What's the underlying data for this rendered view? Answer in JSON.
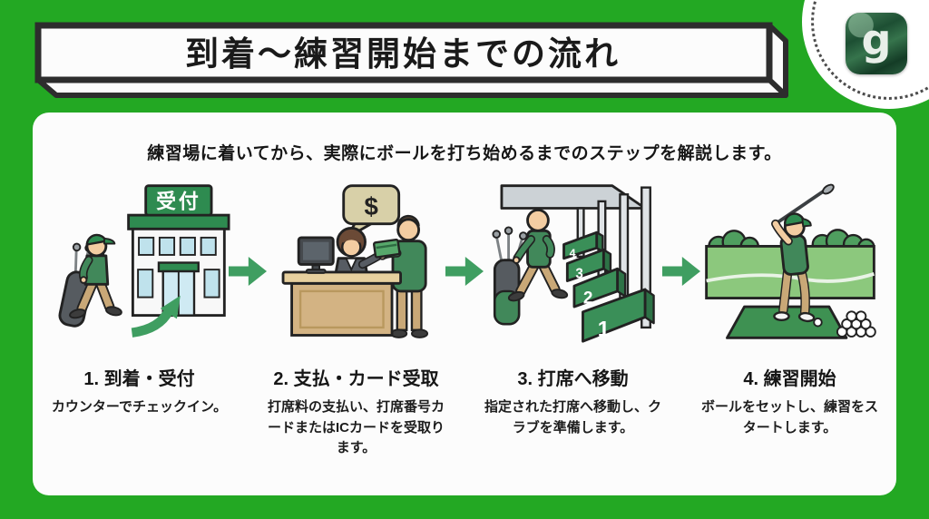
{
  "page": {
    "background_color": "#23a823",
    "card_color": "#fcfcfc"
  },
  "header": {
    "title": "到着〜練習開始までの流れ",
    "logo_letter": "g"
  },
  "intro": "練習場に着いてから、実際にボールを打ち始めるまでのステップを解説します。",
  "icons": {
    "flow_arrow": "right-arrow",
    "curved_arrow": "curved-up-arrow"
  },
  "colors": {
    "accent_green": "#2e8b50",
    "arrow_green": "#3f9e61",
    "outline": "#222222"
  },
  "steps": [
    {
      "heading": "1. 到着・受付",
      "description": "カウンターでチェックイン。",
      "illustration": "golfer-arriving-at-reception-building",
      "sign_text": "受付"
    },
    {
      "heading": "2. 支払・カード受取",
      "description": "打席料の支払い、打席番号カードまたはICカードを受取ります。",
      "illustration": "paying-at-counter-receiving-card",
      "bubble_symbol": "$"
    },
    {
      "heading": "3. 打席へ移動",
      "description": "指定された打席へ移動し、クラブを準備します。",
      "illustration": "walking-to-numbered-bays",
      "bay_numbers": [
        "4",
        "3",
        "2",
        "1"
      ]
    },
    {
      "heading": "4. 練習開始",
      "description": "ボールをセットし、練習をスタートします。",
      "illustration": "golfer-swinging-at-practice-bay"
    }
  ]
}
